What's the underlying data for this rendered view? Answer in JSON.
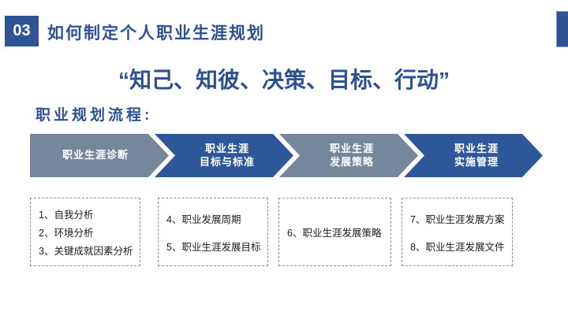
{
  "slide": {
    "section_number": "03",
    "title": "如何制定个人职业生涯规划",
    "quote": "“知己、知彼、决策、目标、行动”",
    "process_label": "职业规划流程:"
  },
  "process_arrows": [
    {
      "name": "career-diagnosis",
      "lines": [
        "职业生涯诊断"
      ],
      "color": "#76879B"
    },
    {
      "name": "career-goals-standards",
      "lines": [
        "职业生涯",
        "目标与标准"
      ],
      "color": "#2D5798"
    },
    {
      "name": "career-development-strategy",
      "lines": [
        "职业生涯",
        "发展策略"
      ],
      "color": "#76879B"
    },
    {
      "name": "career-implementation-management",
      "lines": [
        "职业生涯",
        "实施管理"
      ],
      "color": "#2D5798"
    }
  ],
  "detail_boxes": [
    {
      "items": [
        "1、自我分析",
        "2、环境分析",
        "3、关键成就因素分析"
      ]
    },
    {
      "items": [
        "4、职业发展周期",
        "5、职业生涯发展目标"
      ]
    },
    {
      "items": [
        "6、职业生涯发展策略"
      ]
    },
    {
      "items": [
        "7、职业生涯发展方案",
        "8、职业生涯发展文件"
      ]
    }
  ],
  "colors": {
    "accent_blue": "#2F5496",
    "title_blue": "#2E5192",
    "arrow_blue": "#2D5798",
    "arrow_gray": "#76879B",
    "corner_block_blue": "#2F5496"
  }
}
